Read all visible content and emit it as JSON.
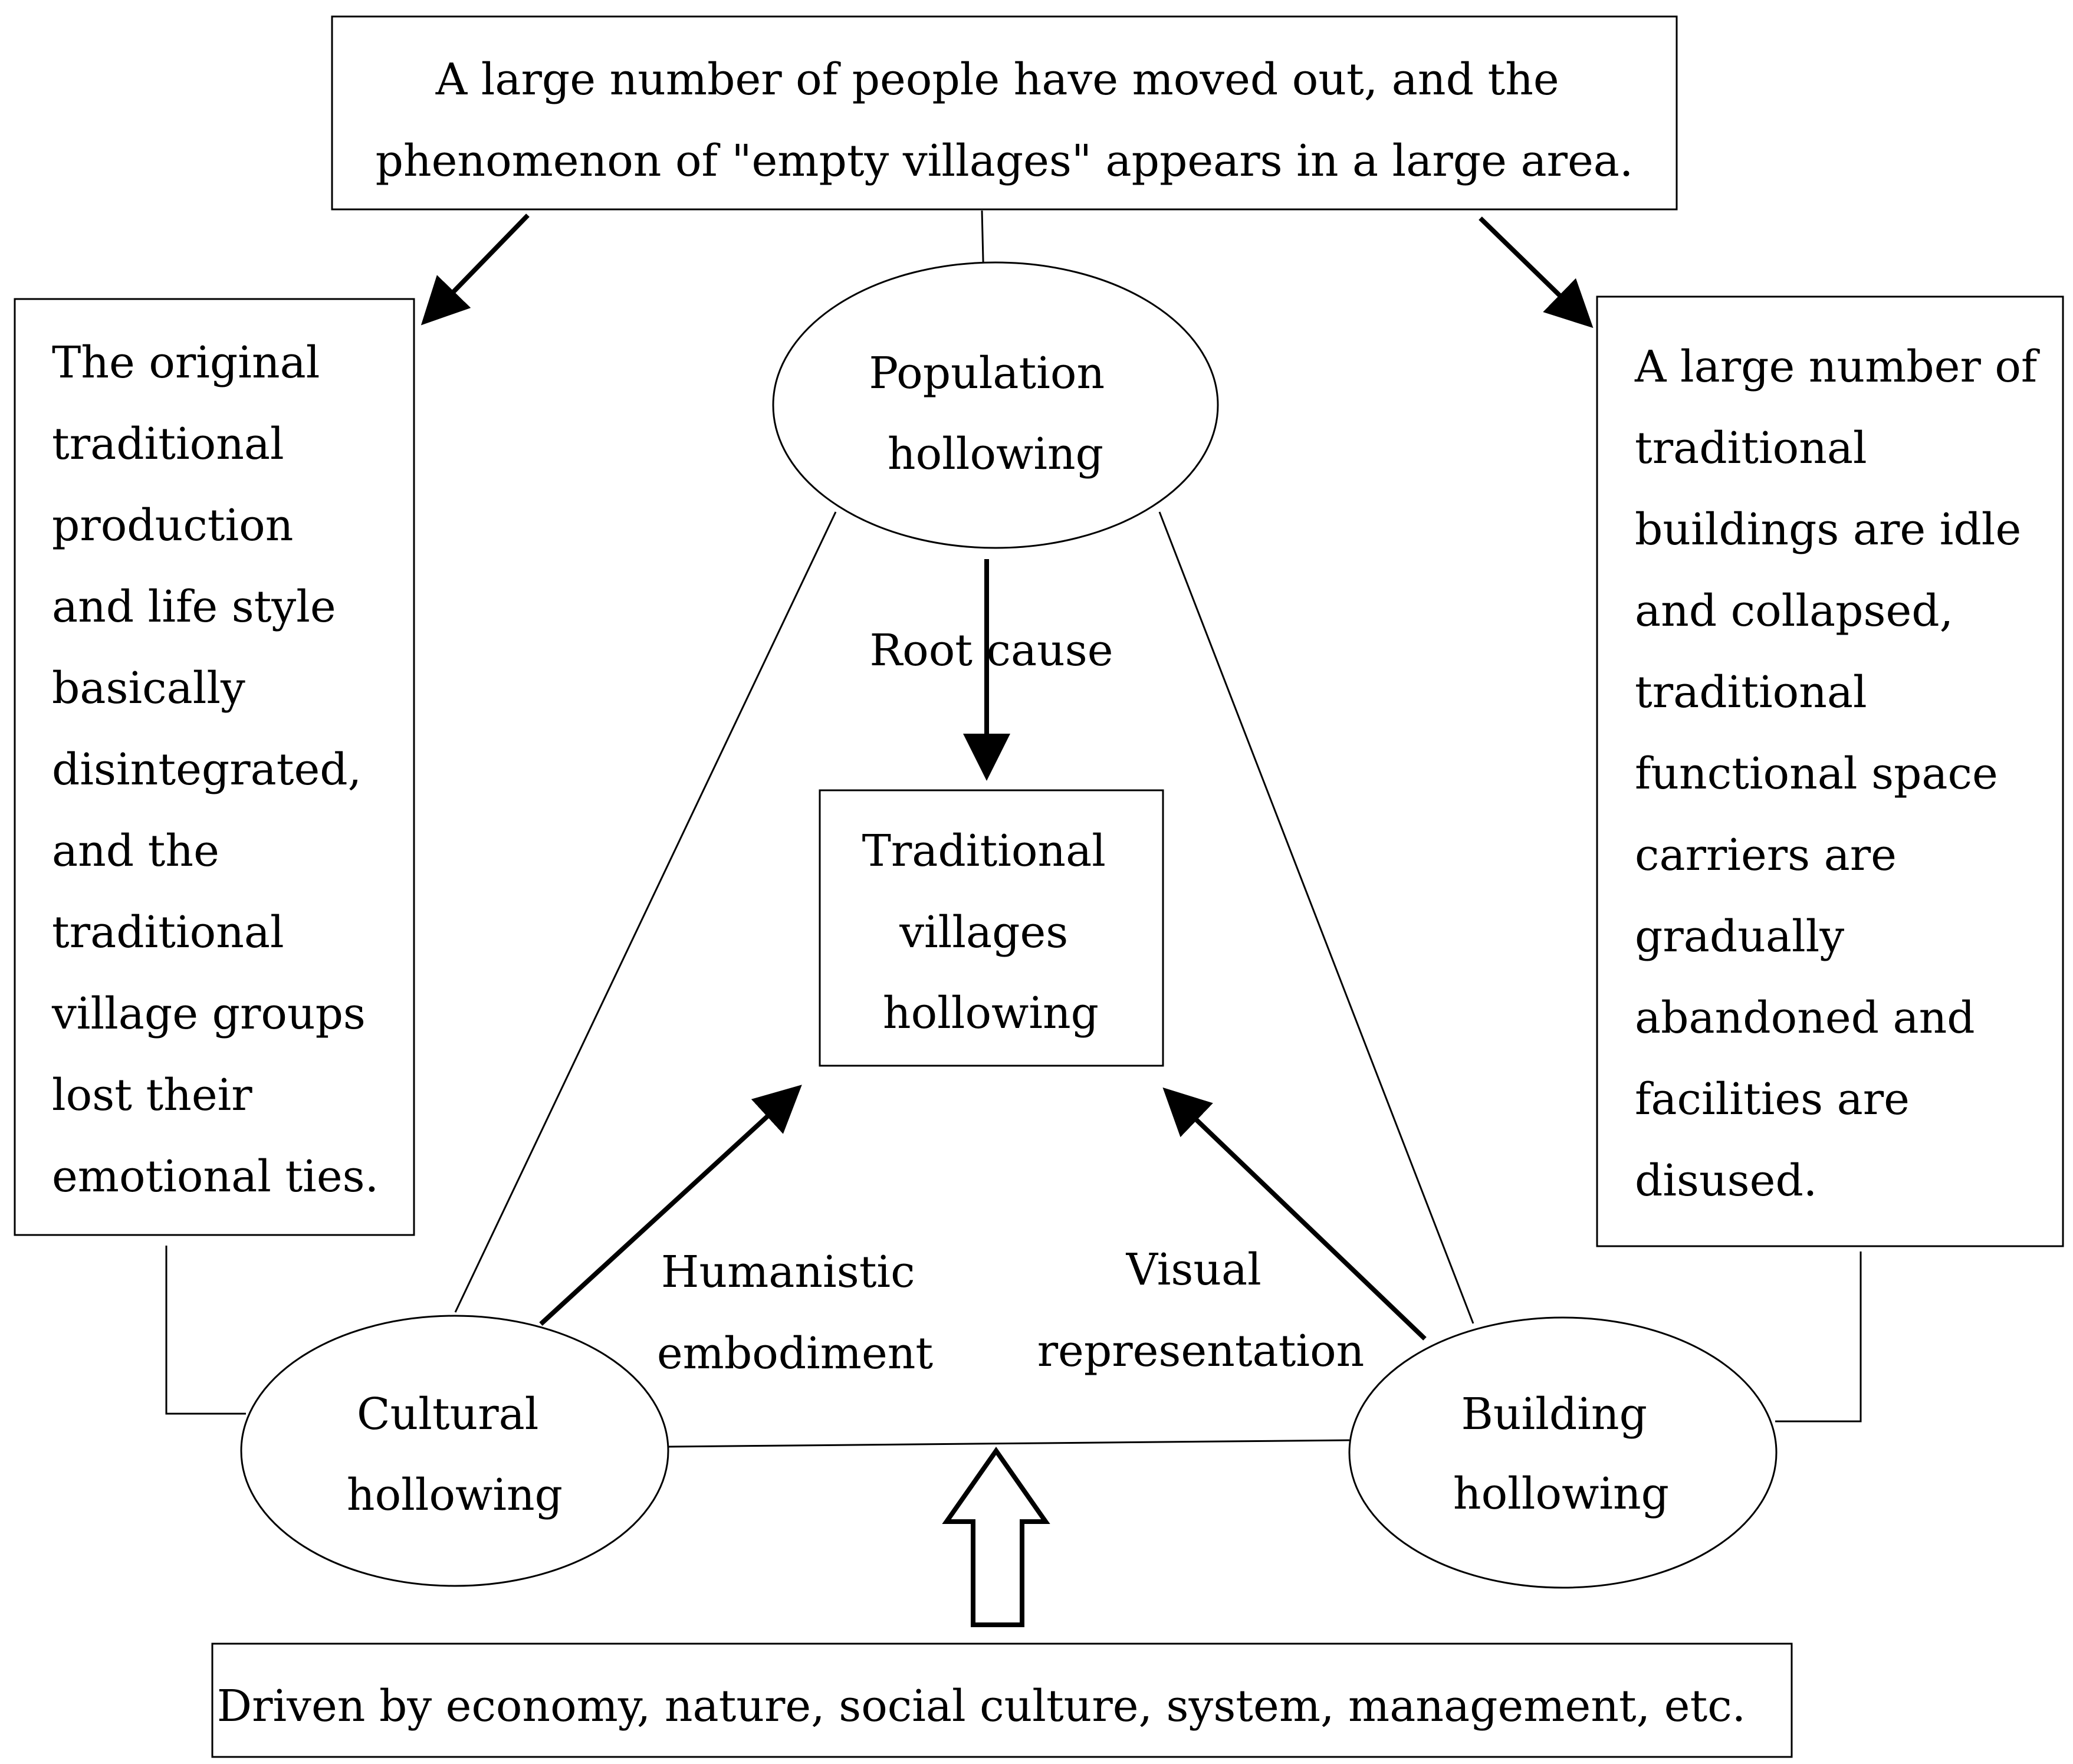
{
  "top_box": {
    "lines": [
      "A large number of people have moved out, and the",
      "phenomenon of \"empty villages\" appears in a large area."
    ]
  },
  "left_box": {
    "lines": [
      "The original",
      "traditional",
      "production",
      "and life style",
      "basically",
      "disintegrated,",
      "and the",
      "traditional",
      "village groups",
      "lost their",
      "emotional ties."
    ]
  },
  "right_box": {
    "lines": [
      "A large number of",
      "traditional",
      "buildings are idle",
      "and collapsed,",
      "traditional",
      "functional space",
      "carriers are",
      "gradually",
      "abandoned and",
      "facilities are",
      "disused."
    ]
  },
  "population_ellipse": {
    "lines": [
      "Population",
      "hollowing"
    ]
  },
  "cultural_ellipse": {
    "lines": [
      "Cultural",
      "hollowing"
    ]
  },
  "building_ellipse": {
    "lines": [
      "Building",
      "hollowing"
    ]
  },
  "center_box": {
    "lines": [
      "Traditional",
      "villages",
      "hollowing"
    ]
  },
  "labels": {
    "root_cause": "Root cause",
    "humanistic": [
      "Humanistic",
      "embodiment"
    ],
    "visual": [
      "Visual",
      "representation"
    ]
  },
  "bottom_box": {
    "text": "Driven by economy, nature, social culture, system, management, etc."
  }
}
